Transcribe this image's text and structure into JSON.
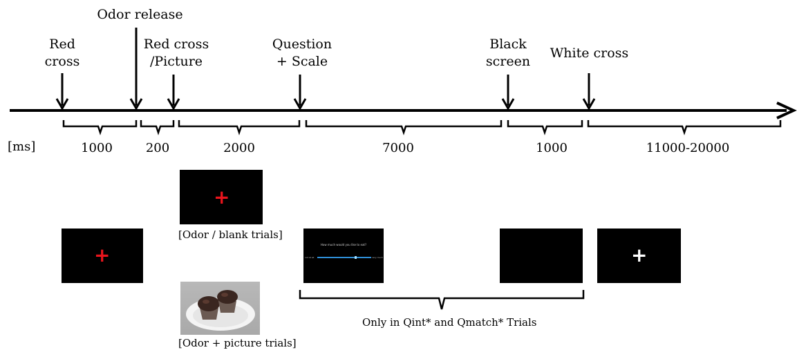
{
  "events": {
    "red_cross": "Red\ncross",
    "odor_release": "Odor release",
    "red_cross_picture": "Red cross\n/Picture",
    "question_scale": "Question\n+ Scale",
    "black_screen": "Black\nscreen",
    "white_cross": "White cross"
  },
  "unit": "[ms]",
  "durations": [
    "1000",
    "200",
    "2000",
    "7000",
    "1000",
    "11000-20000"
  ],
  "screens": {
    "red_cross_glyph": "+",
    "white_cross_glyph": "+",
    "red_color": "#e8141c",
    "white_color": "#ffffff",
    "question_text": "How much would you like to eat?",
    "scale_left": "not at all",
    "scale_right": "very much",
    "scale_color": "#2f8fd8"
  },
  "captions": {
    "odor_blank": "[Odor / blank trials]",
    "odor_picture": "[Odor + picture trials]",
    "question_trials": "Only in Qint* and Qmatch* Trials"
  },
  "food_image": "muffin-on-plate"
}
